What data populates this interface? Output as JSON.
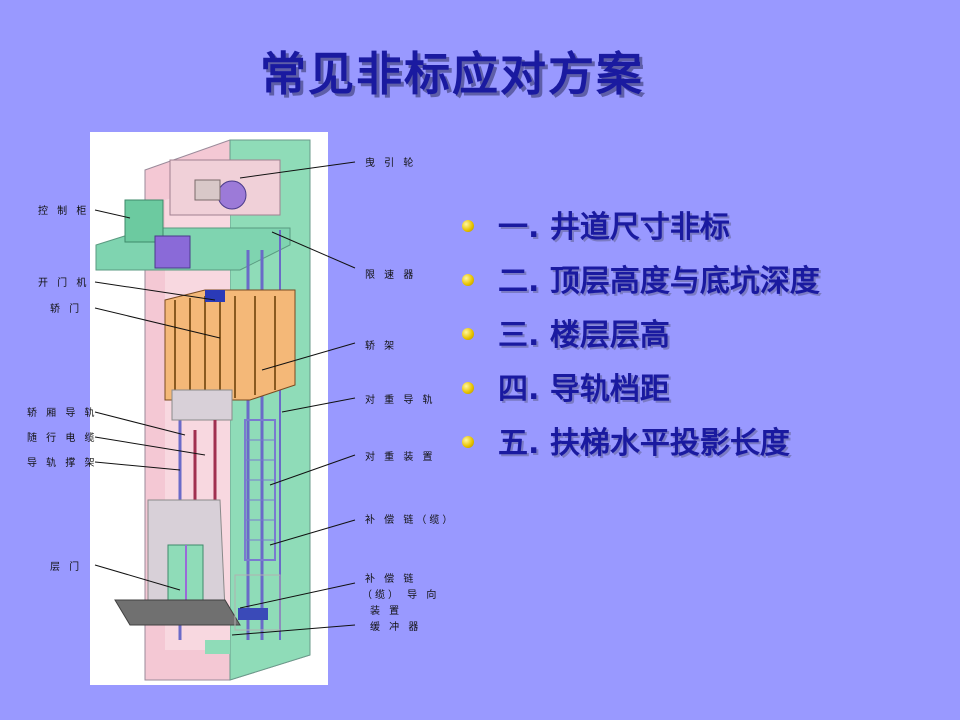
{
  "title": "常见非标应对方案",
  "bullets": [
    "一. 井道尺寸非标",
    "二. 顶层高度与底坑深度",
    "三. 楼层层高",
    "四. 导轨档距",
    "五. 扶梯水平投影长度"
  ],
  "diagram": {
    "left_labels": [
      "控 制 柜",
      "开 门 机",
      "轿 门",
      "轿 厢 导 轨",
      "随 行 电 缆",
      "导 轨 撑 架",
      "层 门"
    ],
    "right_labels": [
      "曳 引 轮",
      "限 速 器",
      "轿 架",
      "对 重 导 轨",
      "对 重 装 置",
      "补 偿 链（缆）",
      "补 偿 链",
      "（缆） 导 向",
      "装 置",
      "缓 冲 器"
    ]
  },
  "colors": {
    "background": "#9999ff",
    "text": "#1a1aa0",
    "bullet": "#e8c400"
  }
}
